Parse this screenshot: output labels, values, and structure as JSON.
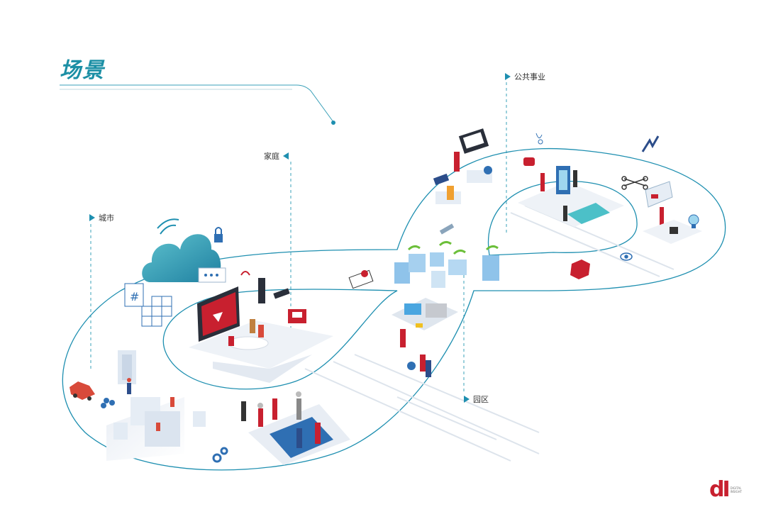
{
  "title": "场景",
  "labels": {
    "city": "城市",
    "home": "家庭",
    "public": "公共事业",
    "park": "园区"
  },
  "colors": {
    "accent": "#1e8fb0",
    "title": "#1b8fa5",
    "logo": "#c8202f"
  },
  "logo": {
    "mark": "dI",
    "text": "DIGITAL INSIGHT"
  }
}
